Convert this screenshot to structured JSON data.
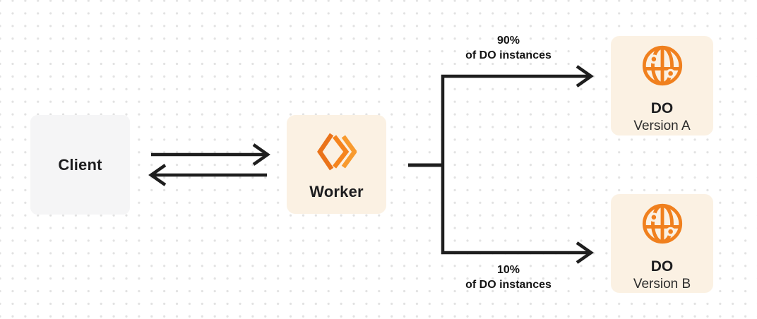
{
  "colors": {
    "background": "#ffffff",
    "dot_grid": "#e2e2e2",
    "line_ink": "#1e1e1e",
    "node_cream": "#fbf1e3",
    "client_gray": "#f5f5f6",
    "brand_orange": "#f0801e",
    "brand_orange_dark": "#ea731a",
    "brand_orange_light": "#f89a2e"
  },
  "nodes": {
    "client": {
      "label": "Client"
    },
    "worker": {
      "label": "Worker",
      "icon": "cloudflare-workers-icon"
    },
    "do_version_a": {
      "title": "DO",
      "subtitle": "Version A",
      "icon": "durable-object-globe-icon"
    },
    "do_version_b": {
      "title": "DO",
      "subtitle": "Version B",
      "icon": "durable-object-globe-icon"
    }
  },
  "edges": {
    "client_worker": {
      "style": "double-arrow"
    },
    "split_top": {
      "percent": "90%",
      "caption": "of DO instances",
      "target": "do_version_a"
    },
    "split_bottom": {
      "percent": "10%",
      "caption": "of DO instances",
      "target": "do_version_b"
    }
  }
}
